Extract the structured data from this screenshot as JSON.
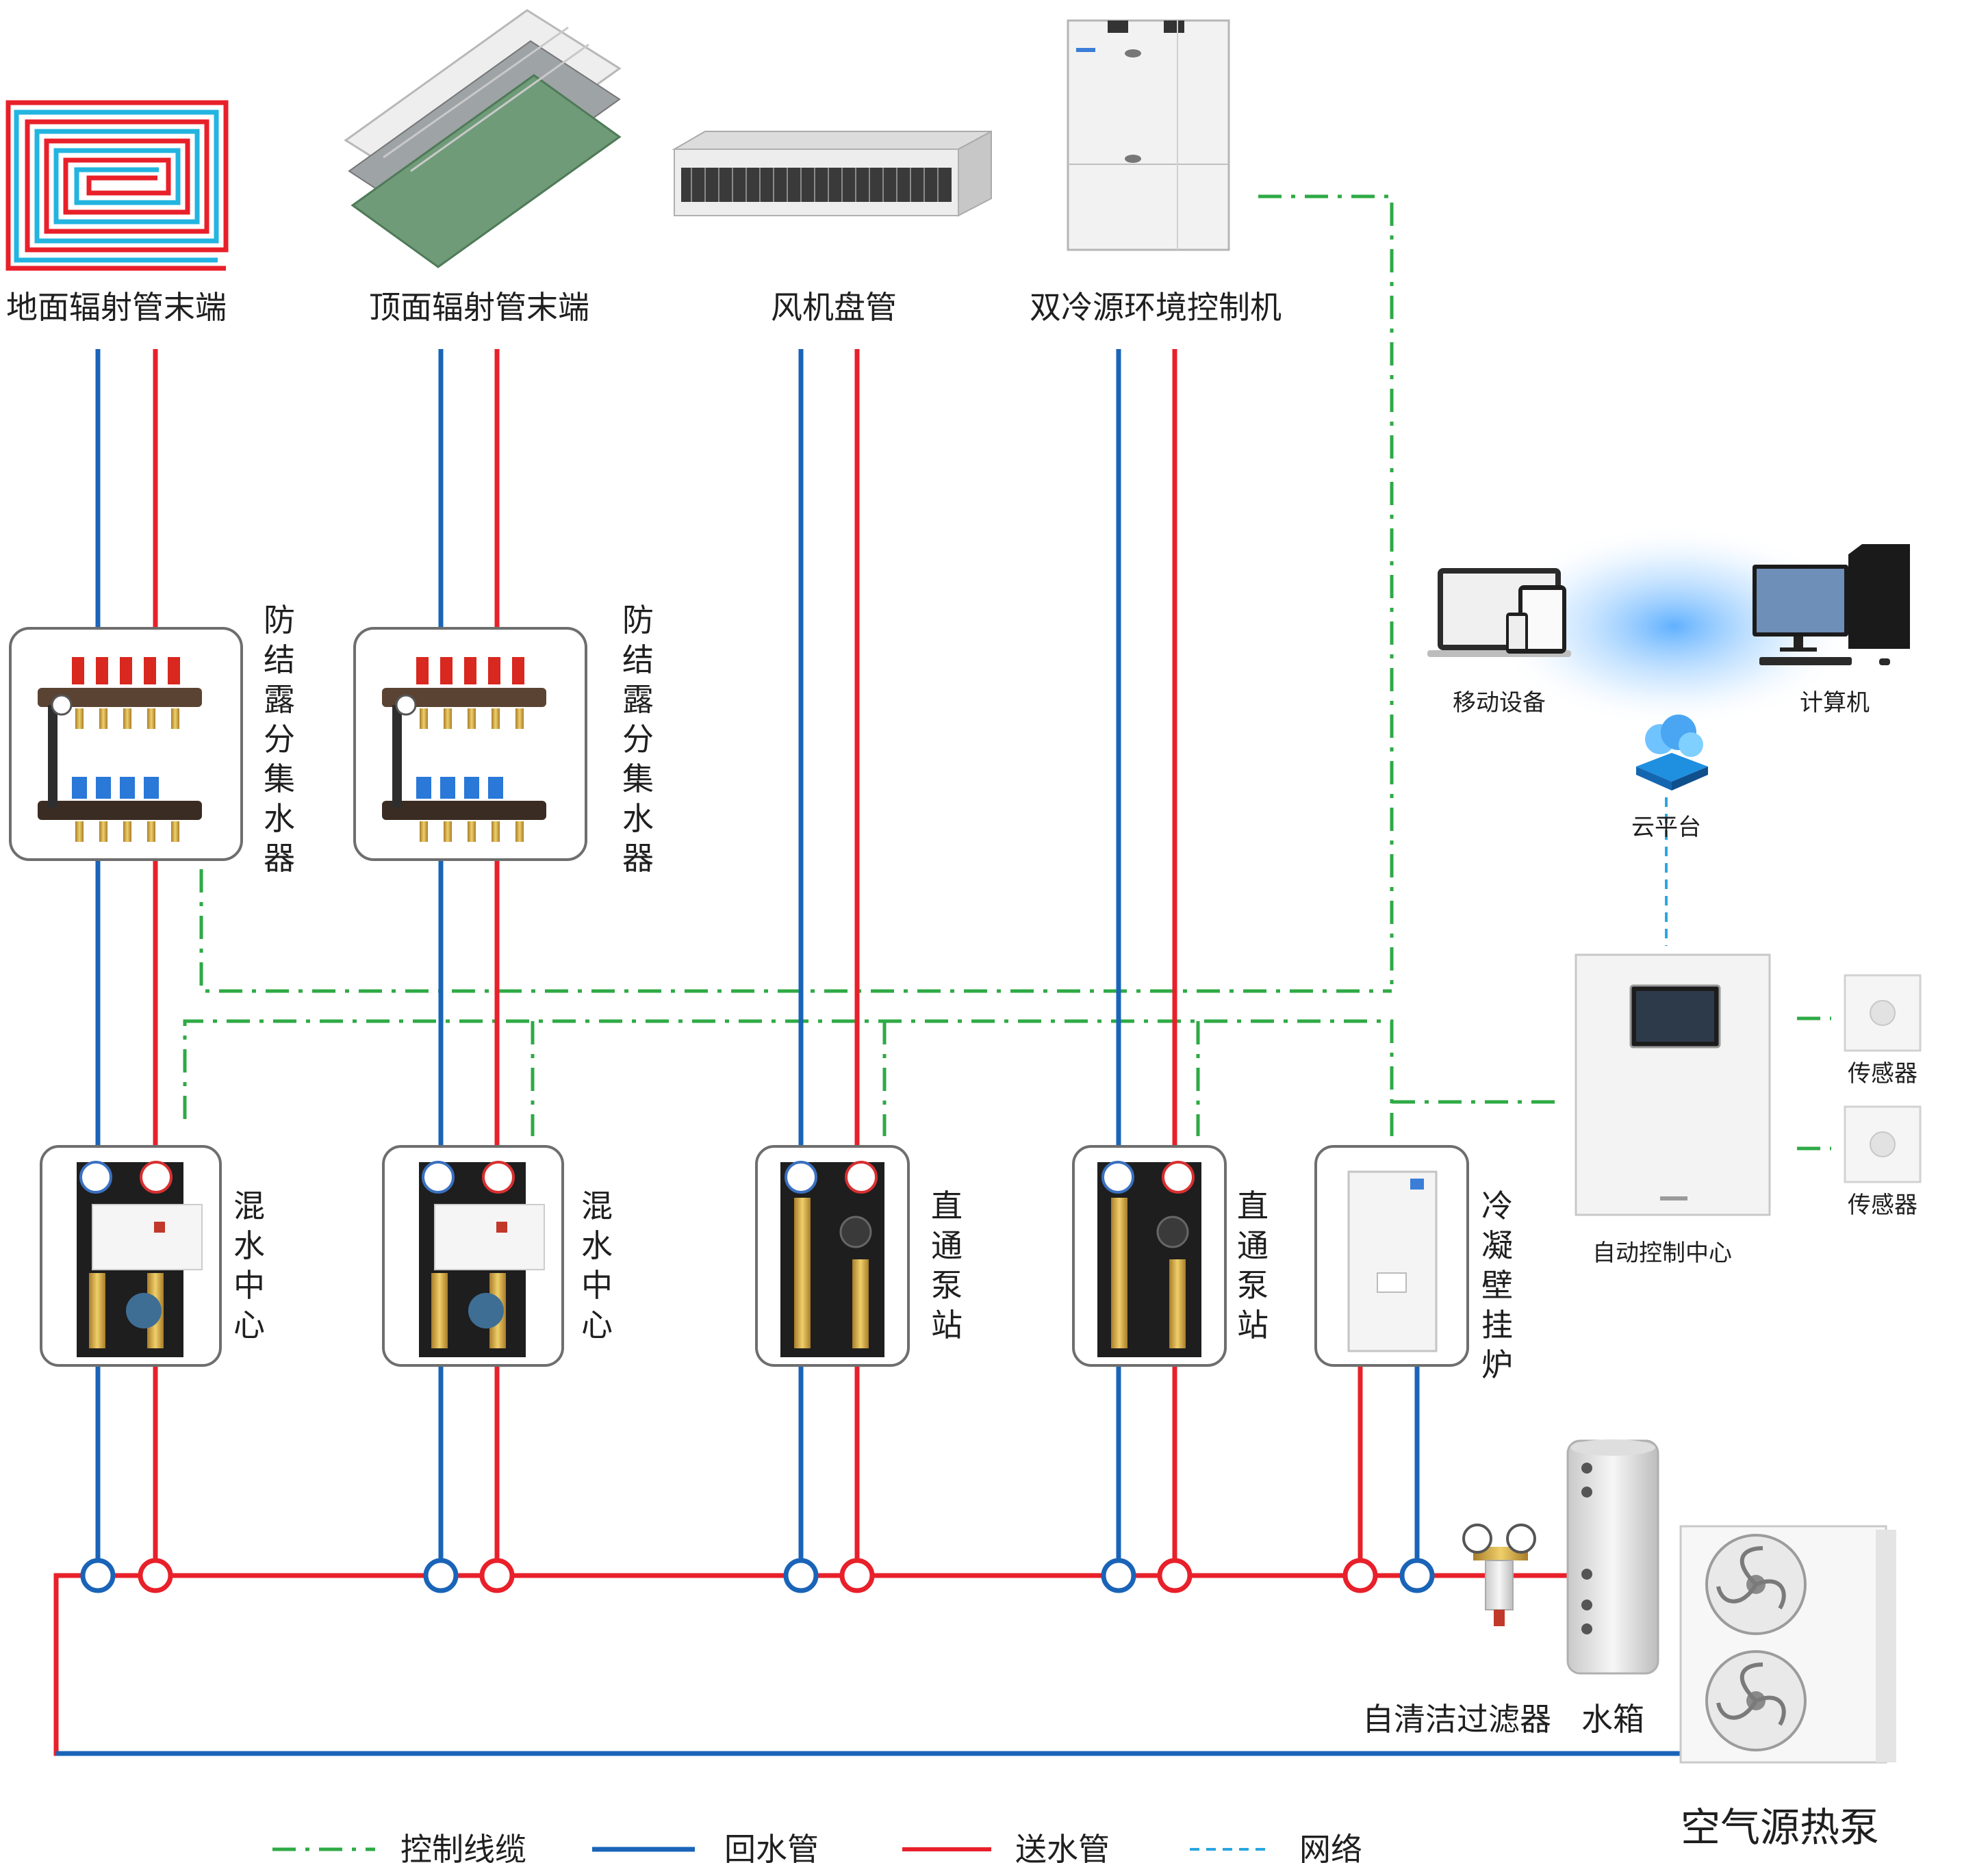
{
  "terminals": {
    "floor": "地面辐射管末端",
    "ceiling": "顶面辐射管末端",
    "fan_coil": "风机盘管",
    "dual_cool": "双冷源环境控制机"
  },
  "manifolds": [
    {
      "label": [
        "防",
        "结",
        "露",
        "分",
        "集",
        "水",
        "器"
      ]
    },
    {
      "label": [
        "防",
        "结",
        "露",
        "分",
        "集",
        "水",
        "器"
      ]
    }
  ],
  "stations": [
    {
      "label": [
        "混",
        "水",
        "中",
        "心"
      ]
    },
    {
      "label": [
        "混",
        "水",
        "中",
        "心"
      ]
    },
    {
      "label": [
        "直",
        "通",
        "泵",
        "站"
      ]
    },
    {
      "label": [
        "直",
        "通",
        "泵",
        "站"
      ]
    },
    {
      "label": [
        "冷",
        "凝",
        "壁",
        "挂",
        "炉"
      ]
    }
  ],
  "network": {
    "mobile": "移动设备",
    "computer": "计算机",
    "cloud": "云平台",
    "control_center": "自动控制中心",
    "sensors": [
      "传感器",
      "传感器"
    ]
  },
  "equipment": {
    "filter": "自清洁过滤器",
    "tank": "水箱",
    "heat_pump": "空气源热泵"
  },
  "legend": {
    "control": "控制线缆",
    "return": "回水管",
    "supply": "送水管",
    "network": "网络"
  },
  "colors": {
    "return_pipe": "#1a64b8",
    "supply_pipe": "#e8202a",
    "control_cable": "#2eaa45",
    "network_line": "#2aa6e0"
  }
}
